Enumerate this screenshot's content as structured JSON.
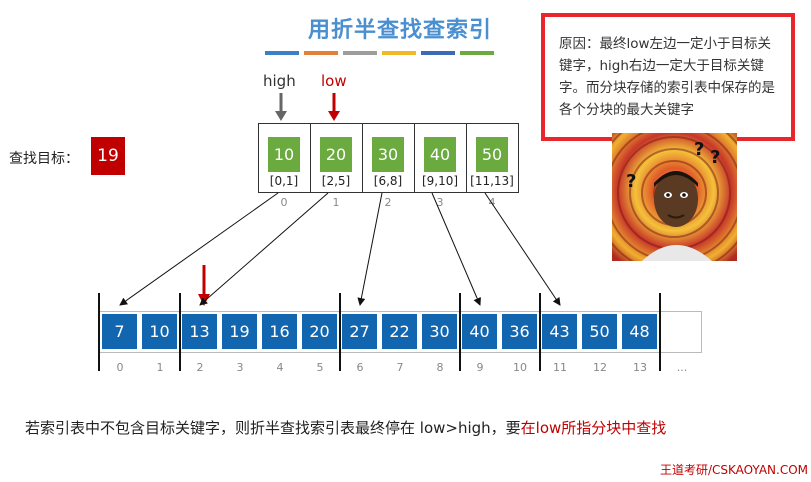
{
  "title": "用折半查找查索引",
  "colors": {
    "title": "#4a8fd0",
    "index_key": "#6aaa3e",
    "cell": "#1266b0",
    "target": "#c00000",
    "note_border": "#e8262b",
    "color_bar": [
      "#3b7fc4",
      "#e3813a",
      "#9d9d9d",
      "#f2b826",
      "#3d6ab5",
      "#6aaa3e"
    ]
  },
  "note": "原因：最终low左边一定小于目标关键字，high右边一定大于目标关键字。而分块存储的索引表中保存的是各个分块的最大关键字",
  "pointers": {
    "high": "high",
    "low": "low"
  },
  "target": {
    "label": "查找目标：",
    "value": "19"
  },
  "index_table": [
    {
      "key": "10",
      "range": "[0,1]",
      "index": "0"
    },
    {
      "key": "20",
      "range": "[2,5]",
      "index": "1"
    },
    {
      "key": "30",
      "range": "[6,8]",
      "index": "2"
    },
    {
      "key": "40",
      "range": "[9,10]",
      "index": "3"
    },
    {
      "key": "50",
      "range": "[11,13]",
      "index": "4"
    }
  ],
  "array": {
    "values": [
      "7",
      "10",
      "13",
      "19",
      "16",
      "20",
      "27",
      "22",
      "30",
      "40",
      "36",
      "43",
      "50",
      "48"
    ],
    "indices": [
      "0",
      "1",
      "2",
      "3",
      "4",
      "5",
      "6",
      "7",
      "8",
      "9",
      "10",
      "11",
      "12",
      "13",
      "..."
    ]
  },
  "footer": {
    "text": "若索引表中不包含目标关键字，则折半查找索引表最终停在 low>high，要",
    "highlight": "在low所指分块中查找"
  },
  "brand": "王道考研/CSKAOYAN.COM",
  "meme_icon": "confused-face-meme"
}
